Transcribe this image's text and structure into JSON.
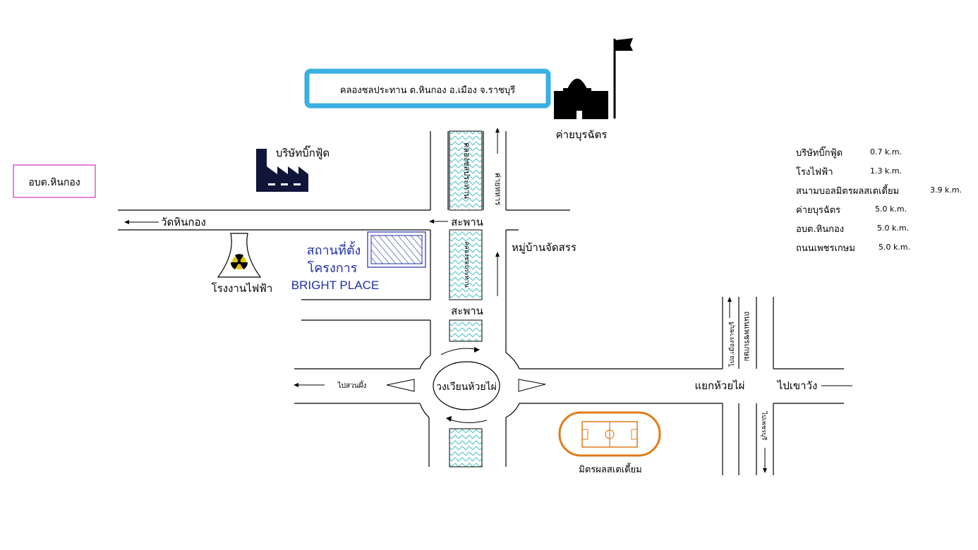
{
  "title_box": {
    "text": "คลองชลประทาน ต.หินกอง อ.เมือง จ.ราชบุรี",
    "border_color": "#3ab0e2"
  },
  "side_box": {
    "text": "อบต.หินกอง",
    "border_color": "#cc33cc"
  },
  "landmarks": {
    "camp": "ค่ายบุรฉัตร",
    "factory": "บริษัทบิ๊กฟู้ด",
    "temple_road": "วัดหินกอง",
    "power_plant": "โรงงานไฟฟ้า",
    "bridge_top": "สะพาน",
    "bridge_bottom": "สะพาน",
    "village": "หมู่บ้านจัดสรร",
    "roundabout": "วงเวียนห้วยไผ่",
    "to_left": "ไปสวนผึ้ง",
    "junction": "แยกห้วยไผ่",
    "to_right": "ไปเขาวัง",
    "to_ratchaburi": "ไปอ.เมืองราชบุรี",
    "phetkasem_road": "ถนนเพชรเกษม",
    "to_phetchaburi": "ไปเพชรบุรี",
    "stadium": "มิตรผลสเตเดี้ยม",
    "canal_upper": "คลองชลประทาน",
    "canal_lower": "คลองชลประทาน",
    "army_road": "ค่ายทหาร"
  },
  "project": {
    "line1": "สถานที่ตั้ง",
    "line2": "โครงการ",
    "name": "BRIGHT PLACE",
    "color": "#1f2fa8"
  },
  "distances": [
    {
      "place": "บริษัทบิ๊กฟู้ด",
      "km": "0.7 k.m."
    },
    {
      "place": "โรงไฟฟ้า",
      "km": "1.3 k.m."
    },
    {
      "place": "สนามบอลมิตรผลสเตเดี้ยม",
      "km": "3.9 k.m."
    },
    {
      "place": "ค่ายบุรฉัตร",
      "km": "5.0 k.m."
    },
    {
      "place": "อบต.หินกอง",
      "km": "5.0 k.m."
    },
    {
      "place": "ถนนเพชรเกษม",
      "km": "5.0 k.m."
    }
  ],
  "colors": {
    "canal": "#4fc3c8",
    "stadium": "#e07b1a",
    "radiation": "#e2c400",
    "factory": "#10163a"
  },
  "icons": {
    "camp": "mosque-dome-flag-icon",
    "factory": "factory-icon",
    "power_plant": "cooling-tower-radiation-icon",
    "stadium": "stadium-icon"
  }
}
